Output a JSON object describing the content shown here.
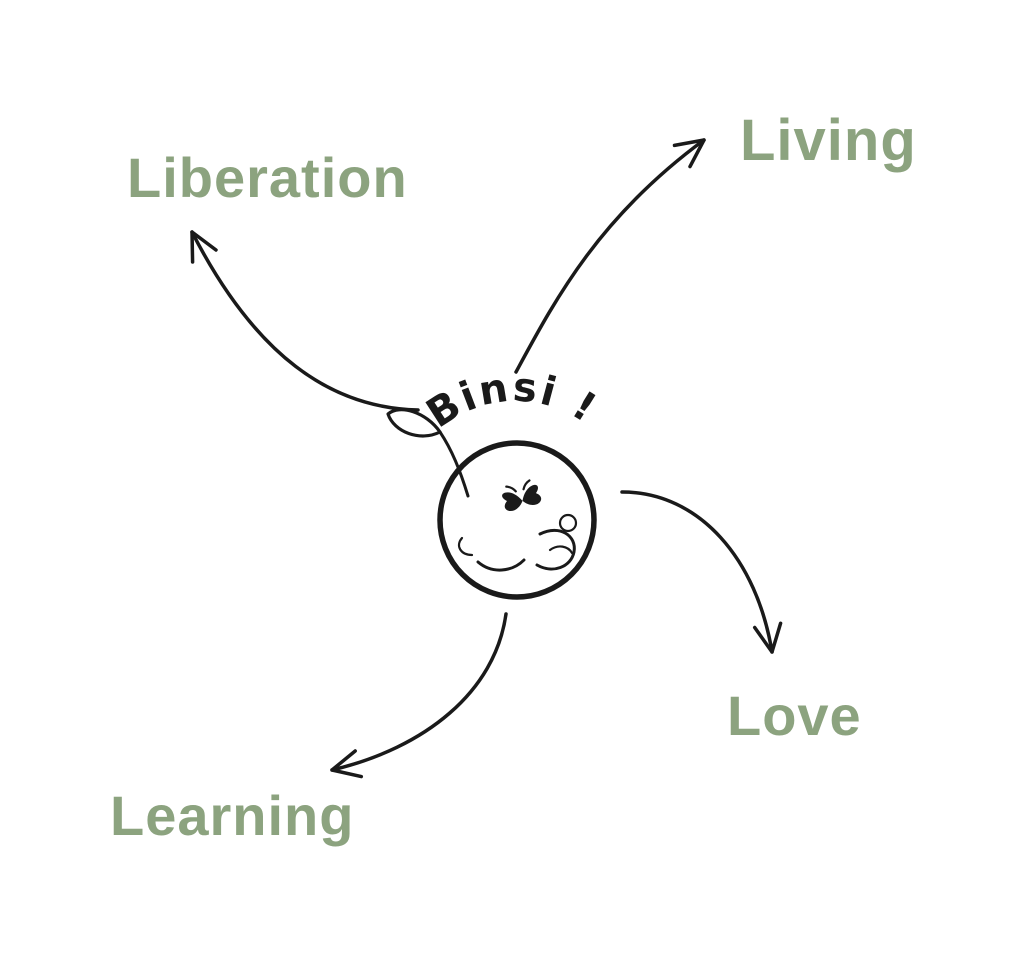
{
  "diagram": {
    "type": "mindmap",
    "center_label": "Binsi !",
    "nodes": [
      {
        "id": "liberation",
        "label": "Liberation",
        "position": "top-left"
      },
      {
        "id": "living",
        "label": "Living",
        "position": "top-right"
      },
      {
        "id": "love",
        "label": "Love",
        "position": "bottom-right"
      },
      {
        "id": "learning",
        "label": "Learning",
        "position": "bottom-left"
      }
    ]
  },
  "colors": {
    "label_green": "#8CA37F",
    "ink": "#1A1A1A",
    "background": "#FFFFFF"
  },
  "icons": {
    "butterfly": "butterfly-icon",
    "leaf": "leaf-icon",
    "globe": "globe-circle"
  }
}
